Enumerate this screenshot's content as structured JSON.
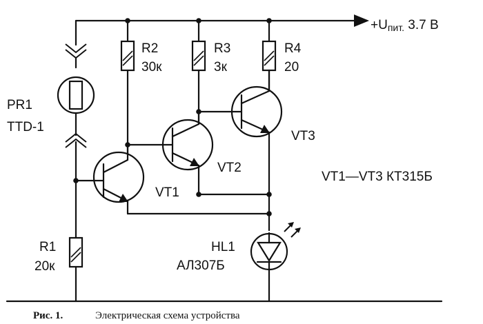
{
  "supply": {
    "prefix": "+U",
    "sub": "пит.",
    "value": " 3.7 В"
  },
  "components": {
    "pr1": {
      "ref": "PR1",
      "type": "TTD-1"
    },
    "r1": {
      "ref": "R1",
      "value": "20к"
    },
    "r2": {
      "ref": "R2",
      "value": "30к"
    },
    "r3": {
      "ref": "R3",
      "value": "3к"
    },
    "r4": {
      "ref": "R4",
      "value": "20"
    },
    "vt1": {
      "ref": "VT1"
    },
    "vt2": {
      "ref": "VT2"
    },
    "vt3": {
      "ref": "VT3"
    },
    "hl1": {
      "ref": "HL1",
      "type": "АЛ307Б"
    }
  },
  "note": "VT1—VT3 КТ315Б",
  "caption": {
    "label": "Рис. 1.",
    "text": "Электрическая схема устройства"
  }
}
